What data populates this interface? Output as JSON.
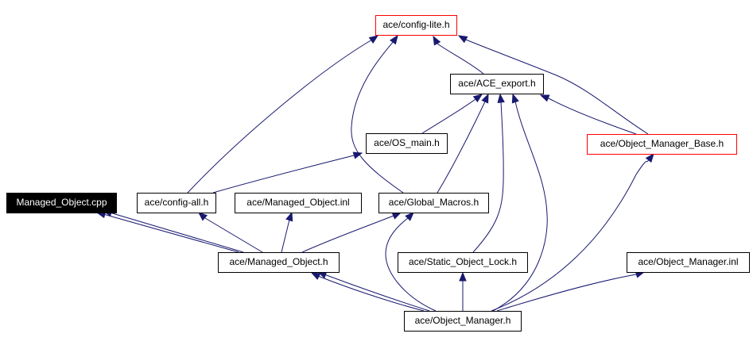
{
  "diagram": {
    "type": "include-dependency-graph",
    "colors": {
      "edge": "#191970",
      "root_fill": "#000000",
      "root_text": "#ffffff",
      "highlight_border": "#ff0000",
      "normal_border": "#000000"
    },
    "nodes": [
      {
        "id": "managed_object_cpp",
        "label": "Managed_Object.cpp",
        "style": "root"
      },
      {
        "id": "config_lite",
        "label": "ace/config-lite.h",
        "style": "red"
      },
      {
        "id": "ace_export",
        "label": "ace/ACE_export.h",
        "style": "normal"
      },
      {
        "id": "os_main",
        "label": "ace/OS_main.h",
        "style": "normal"
      },
      {
        "id": "object_manager_base",
        "label": "ace/Object_Manager_Base.h",
        "style": "red"
      },
      {
        "id": "config_all",
        "label": "ace/config-all.h",
        "style": "normal"
      },
      {
        "id": "managed_object_inl",
        "label": "ace/Managed_Object.inl",
        "style": "normal"
      },
      {
        "id": "global_macros",
        "label": "ace/Global_Macros.h",
        "style": "normal"
      },
      {
        "id": "managed_object_h",
        "label": "ace/Managed_Object.h",
        "style": "normal"
      },
      {
        "id": "static_object_lock",
        "label": "ace/Static_Object_Lock.h",
        "style": "normal"
      },
      {
        "id": "object_manager_inl",
        "label": "ace/Object_Manager.inl",
        "style": "normal"
      },
      {
        "id": "object_manager_h",
        "label": "ace/Object_Manager.h",
        "style": "normal"
      }
    ],
    "edges": [
      {
        "from": "managed_object_h",
        "to": "managed_object_cpp"
      },
      {
        "from": "managed_object_h",
        "to": "managed_object_cpp"
      },
      {
        "from": "ace_export",
        "to": "config_lite"
      },
      {
        "from": "object_manager_base",
        "to": "config_lite"
      },
      {
        "from": "config_all",
        "to": "config_lite"
      },
      {
        "from": "global_macros",
        "to": "config_lite"
      },
      {
        "from": "os_main",
        "to": "ace_export"
      },
      {
        "from": "global_macros",
        "to": "ace_export"
      },
      {
        "from": "static_object_lock",
        "to": "ace_export"
      },
      {
        "from": "object_manager_h",
        "to": "ace_export"
      },
      {
        "from": "object_manager_base",
        "to": "ace_export"
      },
      {
        "from": "config_all",
        "to": "os_main"
      },
      {
        "from": "managed_object_h",
        "to": "config_all"
      },
      {
        "from": "managed_object_h",
        "to": "managed_object_inl"
      },
      {
        "from": "managed_object_h",
        "to": "global_macros"
      },
      {
        "from": "object_manager_h",
        "to": "global_macros"
      },
      {
        "from": "object_manager_h",
        "to": "managed_object_h"
      },
      {
        "from": "object_manager_h",
        "to": "managed_object_h"
      },
      {
        "from": "object_manager_h",
        "to": "static_object_lock"
      },
      {
        "from": "object_manager_h",
        "to": "object_manager_base"
      },
      {
        "from": "object_manager_h",
        "to": "object_manager_inl"
      }
    ]
  }
}
